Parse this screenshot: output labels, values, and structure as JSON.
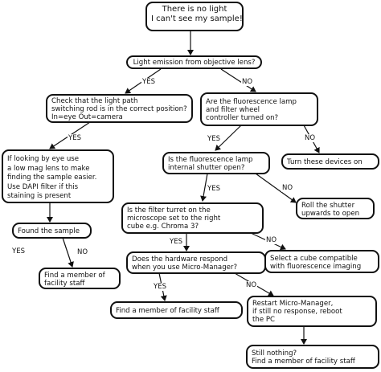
{
  "nodes": {
    "start": [
      "There is no light",
      "I can't see my sample!"
    ],
    "light_emission": [
      "Light emission from objective lens?"
    ],
    "check_light_path": [
      "Check that the light path",
      "switching rod is in the correct position?",
      "In=eye    Out=camera"
    ],
    "lamp_on": [
      "Are the fluorescence lamp",
      "and filter wheel",
      "controller turned on?"
    ],
    "turn_on": [
      "Turn these devices on"
    ],
    "low_mag": [
      "If looking by eye use",
      "a low mag lens to make",
      "finding the sample easier.",
      "Use DAPI filter if this",
      "staining is present"
    ],
    "shutter_open": [
      "Is the fluorescence lamp",
      "internal shutter open?"
    ],
    "roll_shutter": [
      "Roll the shutter",
      "upwards to open"
    ],
    "filter_turret": [
      "Is the filter turret on the",
      "microscope set to the right",
      "cube e.g. Chroma 3?"
    ],
    "found_sample": [
      "Found the sample"
    ],
    "staff_1": [
      "Find a member of",
      "facility staff"
    ],
    "hardware": [
      "Does the hardware respond",
      "when you use Micro-Manager?"
    ],
    "select_cube": [
      "Select a cube compatible",
      "with fluorescence imaging"
    ],
    "staff_2": [
      "Find a member of facility staff"
    ],
    "restart": [
      "Restart Micro-Manager,",
      "if still no response, reboot",
      "the PC"
    ],
    "still_nothing": [
      "Still nothing?",
      "Find a member of facility staff"
    ]
  },
  "labels": {
    "yes_1": "YES",
    "no_1": "NO",
    "yes_2": "YES",
    "no_2": "NO",
    "yes_3": "YES",
    "no_3": "NO",
    "yes_4": "YES",
    "no_4": "NO",
    "yes_5": "YES",
    "no_5": "NO",
    "yes_6": "YES",
    "no_6": "NO"
  }
}
